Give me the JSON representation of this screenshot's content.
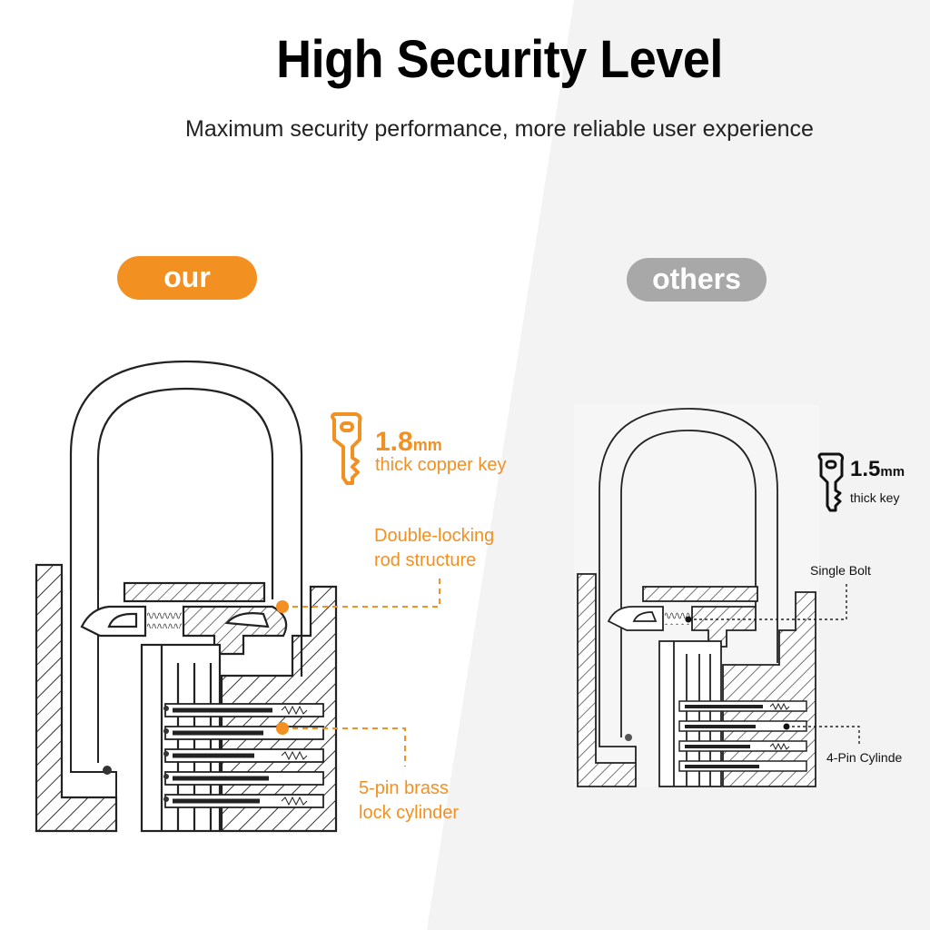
{
  "header": {
    "title": "High Security Level",
    "subtitle": "Maximum security performance, more reliable user experience"
  },
  "ours": {
    "badge": "our",
    "key_thickness_value": "1.8",
    "key_thickness_unit": "mm",
    "key_label": "thick copper key",
    "rod_label_line1": "Double-locking",
    "rod_label_line2": "rod structure",
    "cylinder_label_line1": "5-pin brass",
    "cylinder_label_line2": "lock cylinder"
  },
  "others": {
    "badge": "others",
    "key_thickness_value": "1.5",
    "key_thickness_unit": "mm",
    "key_label": "thick key",
    "bolt_label": "Single Bolt",
    "cylinder_label": "4-Pin Cylinde"
  },
  "colors": {
    "accent": "#f39022",
    "neutral_badge": "#a8a8a8"
  },
  "icons": [
    "key-icon",
    "padlock-diagram"
  ]
}
